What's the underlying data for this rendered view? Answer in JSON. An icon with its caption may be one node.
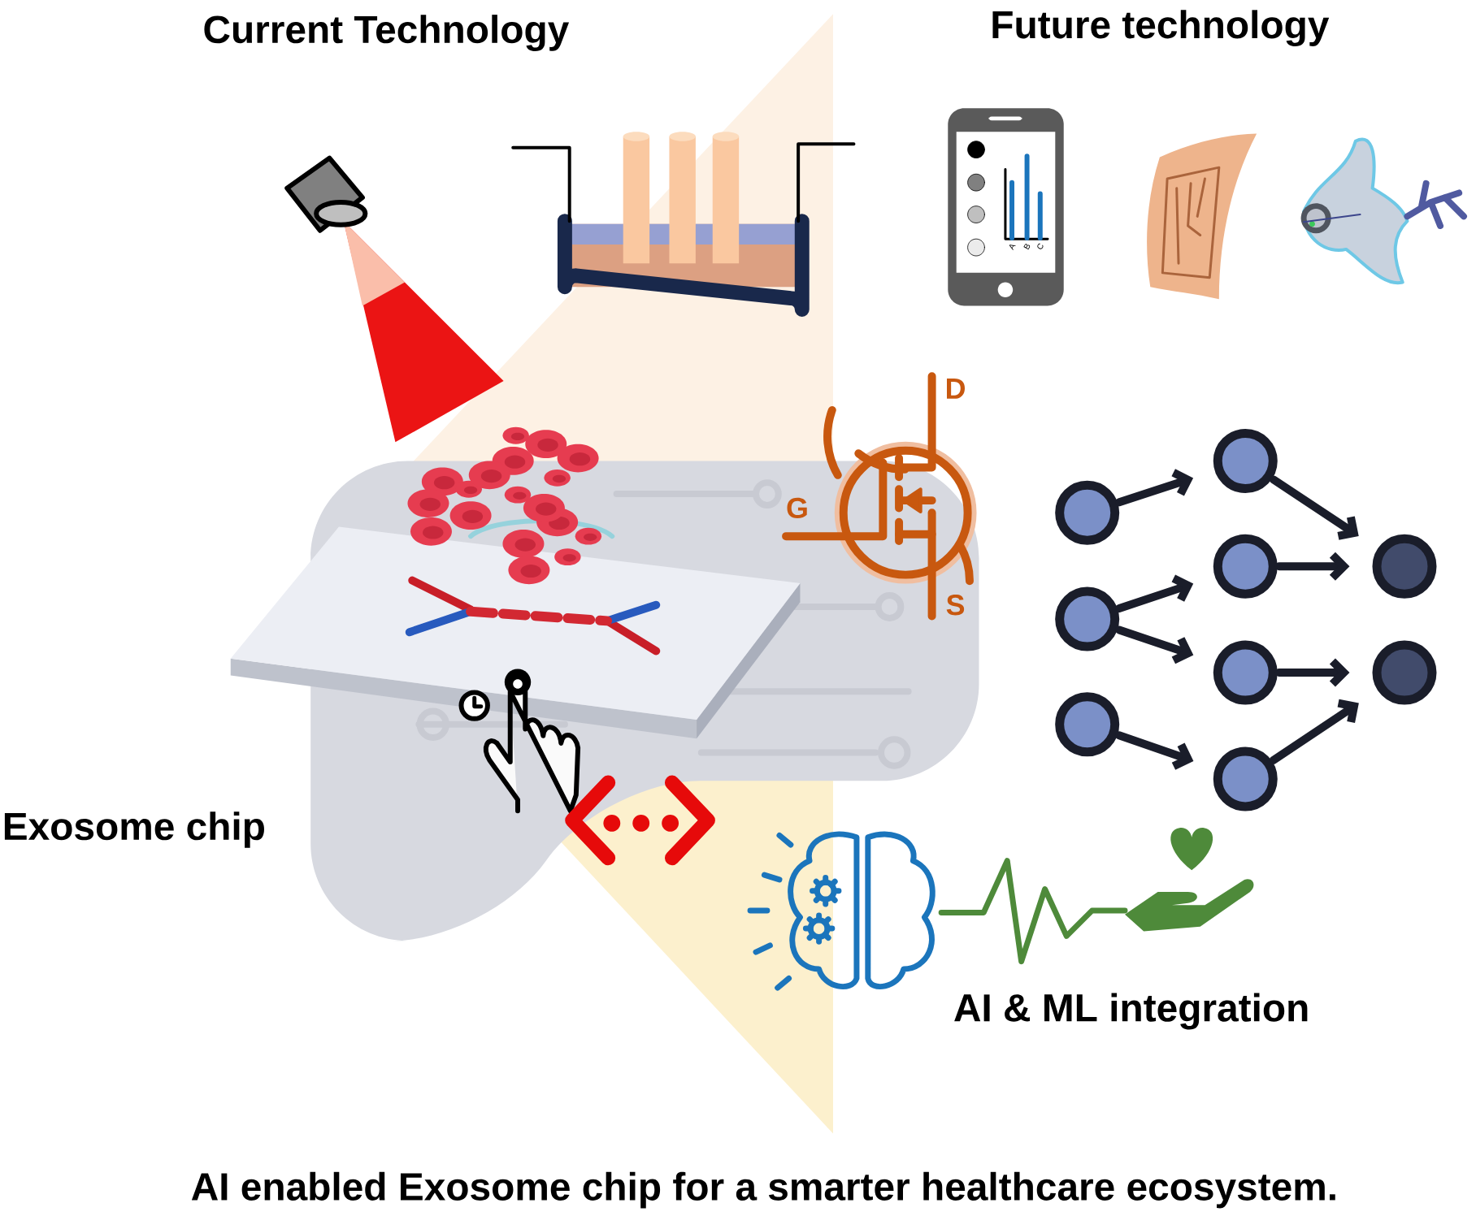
{
  "diagram": {
    "caption": "AI enabled Exosome chip for a smarter healthcare ecosystem.",
    "nodes": [
      {
        "text": [],
        "shape": "circle"
      },
      {
        "text": [],
        "shape": "circle"
      },
      {
        "text": [],
        "shape": "circle"
      },
      {
        "text": [],
        "shape": "circle"
      },
      {
        "text": [],
        "shape": "circle"
      },
      {
        "text": [],
        "shape": "circle"
      },
      {
        "text": [],
        "shape": "circle"
      },
      {
        "text": [],
        "shape": "circle"
      },
      {
        "text": [],
        "shape": "circle"
      }
    ],
    "edges": [
      {
        "from": 0,
        "to": 3,
        "arrow": "to"
      },
      {
        "from": 1,
        "to": 4,
        "arrow": "to"
      },
      {
        "from": 1,
        "to": 5,
        "arrow": "to"
      },
      {
        "from": 2,
        "to": 6,
        "arrow": "to"
      },
      {
        "from": 3,
        "to": 7,
        "arrow": "to"
      },
      {
        "from": 4,
        "to": 7,
        "arrow": "to"
      },
      {
        "from": 5,
        "to": 8,
        "arrow": "to"
      },
      {
        "from": 6,
        "to": 8,
        "arrow": "to"
      }
    ],
    "labels": [
      "Current Technology",
      "Future technology",
      "A",
      "B",
      "C",
      "D",
      "G",
      "S",
      "Exosome chip",
      "AI & ML integration"
    ]
  }
}
